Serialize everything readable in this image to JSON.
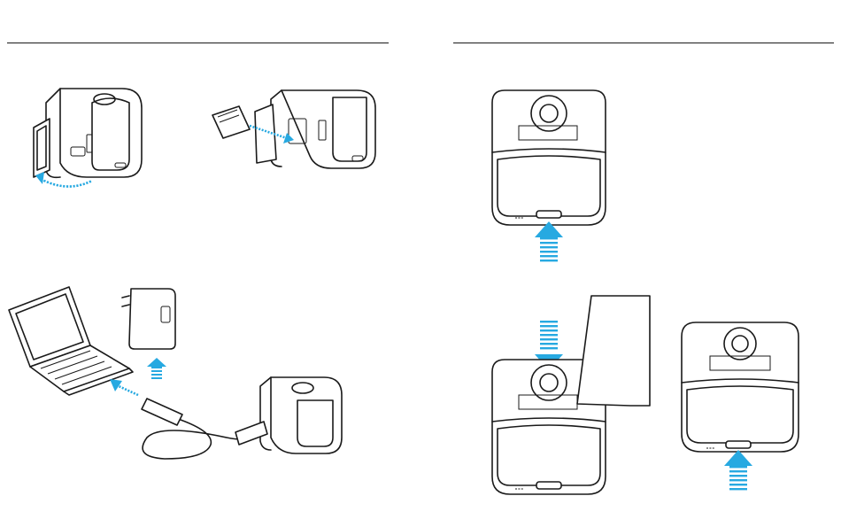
{
  "page": {
    "background": "#ffffff",
    "line_color": "#1a1a1a",
    "accent_color": "#27a9e1"
  },
  "figures": {
    "open_door": {
      "icon": "camera-side-door-open"
    },
    "insert_card": {
      "icon": "microsd-card-insert"
    },
    "charging": {
      "icon": "usb-charging-setup"
    },
    "power_on": {
      "icon": "camera-bottom-button-press"
    },
    "shutter_press": {
      "icon": "camera-shutter-button-press"
    },
    "mode_press": {
      "icon": "camera-info-button-press"
    }
  }
}
